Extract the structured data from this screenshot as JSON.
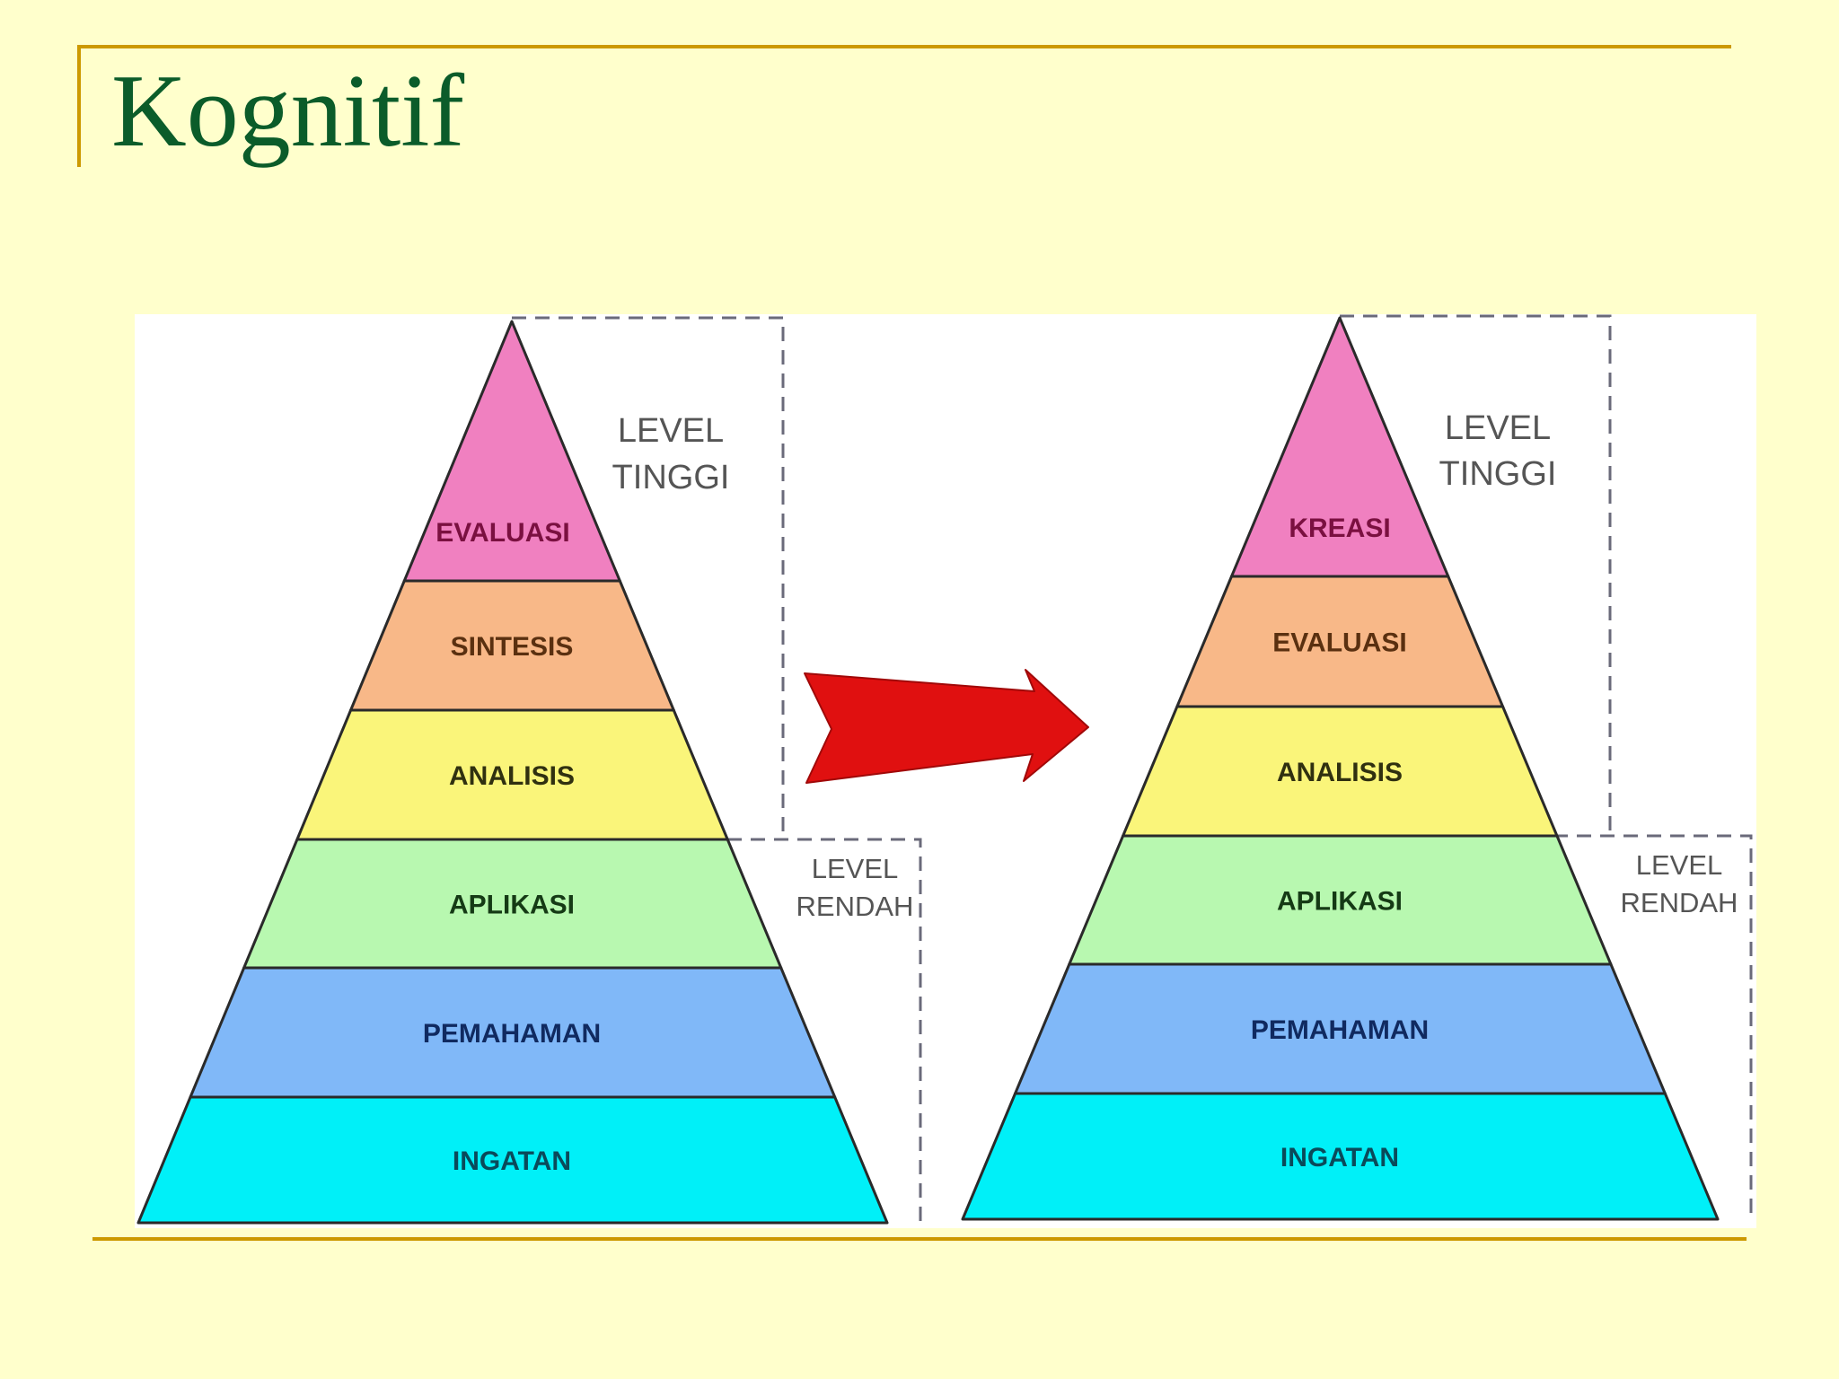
{
  "title": "Kognitif",
  "colors": {
    "background": "#FFFFCC",
    "rule": "#CC9900",
    "title": "#0B5C2A",
    "arrow": "#E01010"
  },
  "pyramids": [
    {
      "levels": [
        {
          "label": "EVALUASI",
          "fill": "#F080C0",
          "text": "#7A1040"
        },
        {
          "label": "SINTESIS",
          "fill": "#F8B888",
          "text": "#5A3010"
        },
        {
          "label": "ANALISIS",
          "fill": "#FAF57A",
          "text": "#303010"
        },
        {
          "label": "APLIKASI",
          "fill": "#B8F8B0",
          "text": "#153A15"
        },
        {
          "label": "PEMAHAMAN",
          "fill": "#80B8F8",
          "text": "#102A60"
        },
        {
          "label": "INGATAN",
          "fill": "#00F0F8",
          "text": "#0A4A5A"
        }
      ],
      "high_label": [
        "LEVEL",
        "TINGGI"
      ],
      "low_label": [
        "LEVEL",
        "RENDAH"
      ]
    },
    {
      "levels": [
        {
          "label": "KREASI",
          "fill": "#F080C0",
          "text": "#7A1040"
        },
        {
          "label": "EVALUASI",
          "fill": "#F8B888",
          "text": "#5A3010"
        },
        {
          "label": "ANALISIS",
          "fill": "#FAF57A",
          "text": "#303010"
        },
        {
          "label": "APLIKASI",
          "fill": "#B8F8B0",
          "text": "#153A15"
        },
        {
          "label": "PEMAHAMAN",
          "fill": "#80B8F8",
          "text": "#102A60"
        },
        {
          "label": "INGATAN",
          "fill": "#00F0F8",
          "text": "#0A4A5A"
        }
      ],
      "high_label": [
        "LEVEL",
        "TINGGI"
      ],
      "low_label": [
        "LEVEL",
        "RENDAH"
      ]
    }
  ],
  "arrow_icon": "right-arrow-icon"
}
